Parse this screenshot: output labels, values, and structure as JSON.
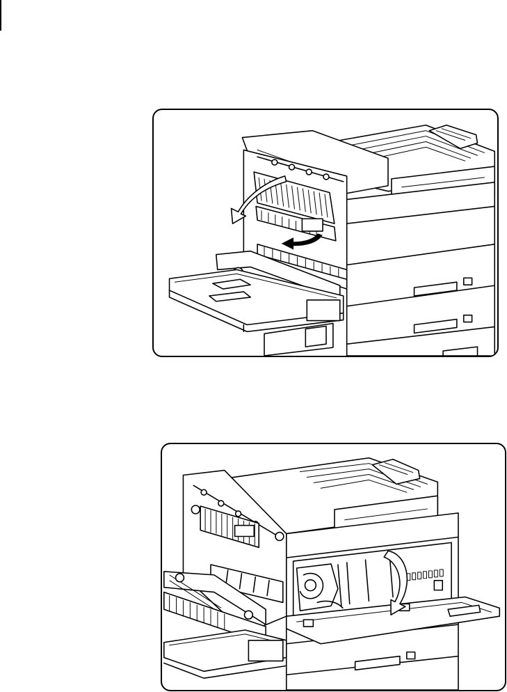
{
  "figures": [
    {
      "id": "figure-1",
      "content": "printer-left-door-fuser-cover-open",
      "arrows": 2
    },
    {
      "id": "figure-2",
      "content": "printer-front-cover-open",
      "arrows": 1
    }
  ],
  "icons": {
    "large_arrow": "curved-arrow-icon",
    "small_arrow": "curved-arrow-icon",
    "front_arrow": "curved-arrow-icon"
  }
}
